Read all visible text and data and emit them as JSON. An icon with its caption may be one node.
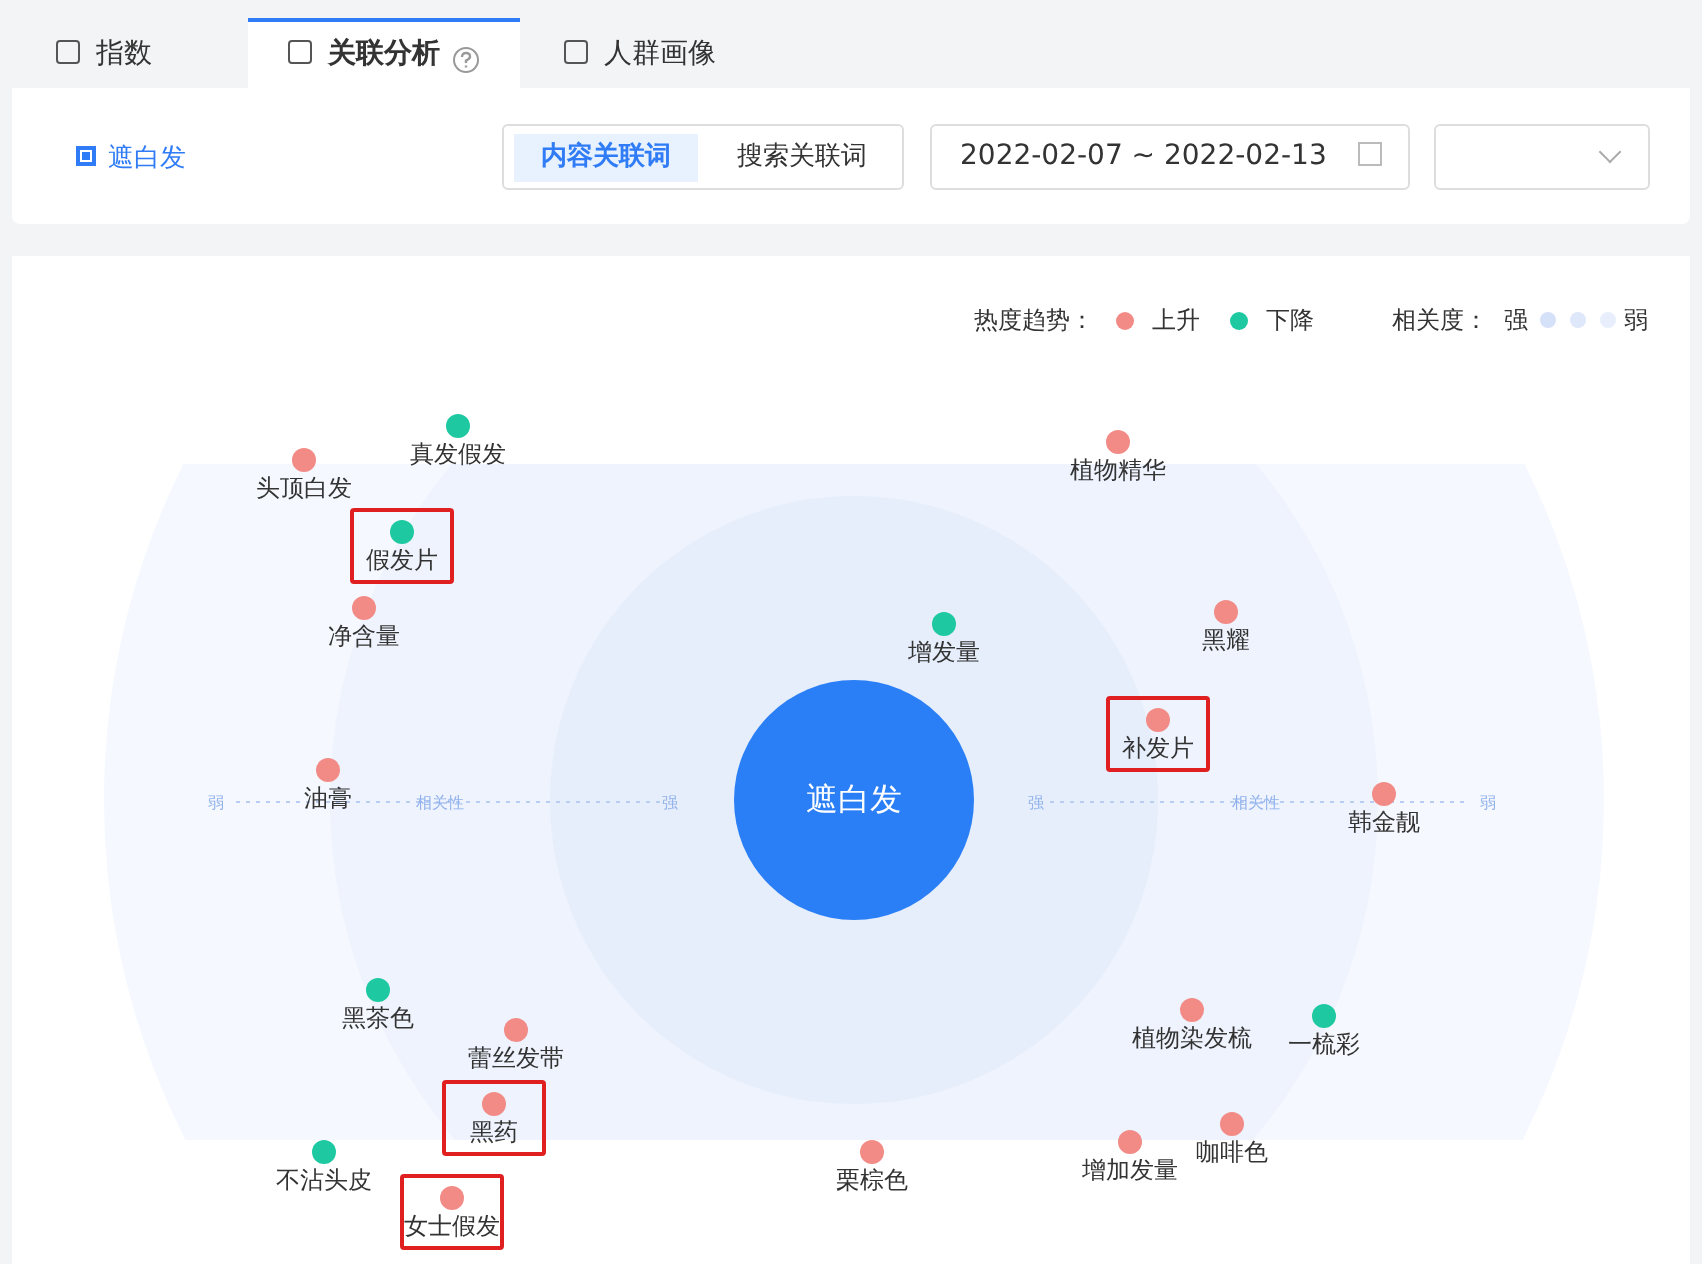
{
  "diagram": {
    "nodes": [
      {
        "text": [
          "遮白发"
        ]
      }
    ],
    "labels": [
      "指数",
      "关联分析",
      "人群画像",
      "遮白发",
      "内容关联词",
      "搜索关联词",
      "2022-02-07 ~ 2022-02-13",
      "热度趋势：",
      "相关度：",
      "强",
      "弱",
      "真发假发",
      "植物精华",
      "头顶白发",
      "假发片",
      "净含量",
      "黑耀",
      "增发量",
      "补发片",
      "油膏",
      "韩金靓",
      "黑茶色",
      "植物染发梳",
      "一梳彩",
      "蕾丝发带",
      "黑药",
      "咖啡色",
      "增加发量",
      "不沾头皮",
      "栗棕色",
      "女士假发",
      "弱",
      "相关性",
      "强",
      "强",
      "相关性",
      "弱"
    ],
    "legend": [
      {
        "text": "上升",
        "color": "#f28b86"
      },
      {
        "text": "下降",
        "color": "#1ec9a1"
      }
    ]
  }
}
